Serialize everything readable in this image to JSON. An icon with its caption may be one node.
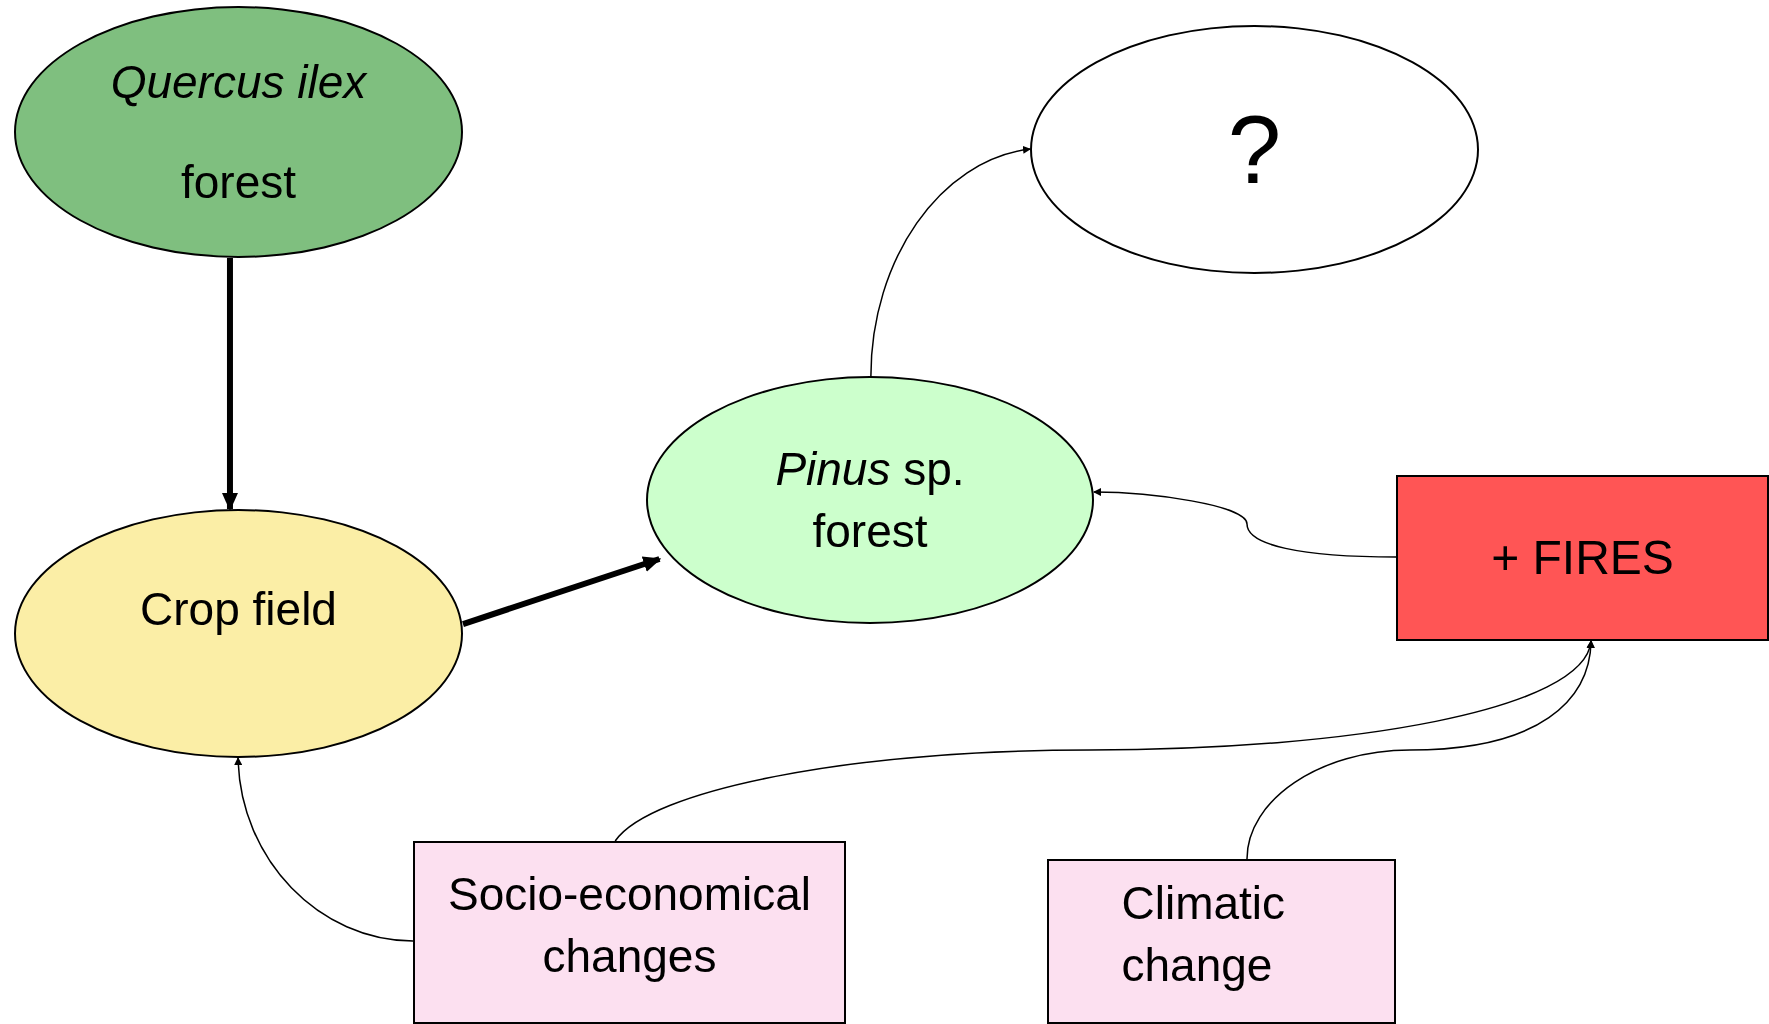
{
  "diagram": {
    "nodes": [
      {
        "text": [
          "*Quercus ilex* forest"
        ]
      },
      {
        "text": [
          "?"
        ]
      },
      {
        "text": [
          "*Pinus* sp. forest"
        ]
      },
      {
        "text": [
          "Crop field"
        ]
      },
      {
        "text": [
          "+ FIRES"
        ]
      },
      {
        "text": [
          "Socio-economical changes"
        ]
      },
      {
        "text": [
          "Climatic change"
        ]
      }
    ],
    "edges": [
      {
        "from": 0,
        "to": 3,
        "arrow": "to",
        "style": "thick"
      },
      {
        "from": 3,
        "to": 2,
        "arrow": "to",
        "style": "thick"
      },
      {
        "from": 2,
        "to": 1,
        "arrow": "to"
      },
      {
        "from": 4,
        "to": 2,
        "arrow": "to"
      },
      {
        "from": 5,
        "to": 3,
        "arrow": "to"
      },
      {
        "from": 5,
        "to": 4,
        "arrow": "to"
      },
      {
        "from": 6,
        "to": 4,
        "arrow": "to"
      }
    ]
  }
}
